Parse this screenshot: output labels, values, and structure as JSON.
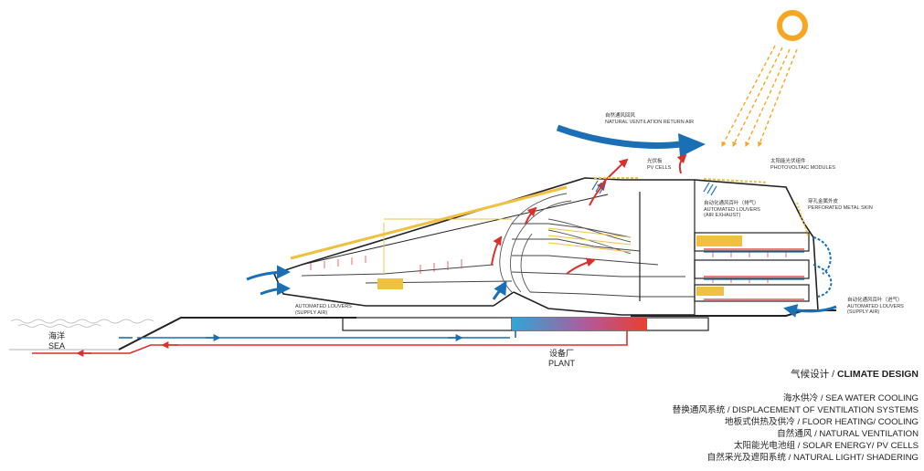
{
  "labels": {
    "sea": {
      "zh": "海洋",
      "en": "SEA"
    },
    "plant": {
      "zh": "设备厂",
      "en": "PLANT"
    },
    "nat_vent_return": {
      "zh": "自然通风回风",
      "en": "NATURAL VENTILATION RETURN AIR"
    },
    "pv_cells": {
      "zh": "光伏板",
      "en": "PV CELLS"
    },
    "pv_modules": {
      "zh": "太阳能光伏组件",
      "en": "PHOTOVOLTAIC MODULES"
    },
    "louvers_exhaust": {
      "zh": "自动化通风百叶（排气）",
      "en1": "AUTOMATED LOUVERS",
      "en2": "(AIR EXHAUST)"
    },
    "perforated_skin": {
      "zh": "穿孔金属外皮",
      "en": "PERFORATED METAL SKIN"
    },
    "louvers_supply_left": {
      "en1": "AUTOMATED LOUVERS",
      "en2": "(SUPPLY AIR)"
    },
    "louvers_supply_right": {
      "zh": "自动化通风百叶（进气）",
      "en1": "AUTOMATED LOUVERS",
      "en2": "(SUPPLY AIR)"
    }
  },
  "legend": {
    "title_zh": "气候设计 / ",
    "title_en": "CLIMATE DESIGN",
    "items": [
      "海水供冷 / SEA WATER COOLING",
      "替换通风系统  / DISPLACEMENT OF VENTILATION SYSTEMS",
      "地板式供热及供冷 / FLOOR HEATING/ COOLING",
      "自然通风 / NATURAL VENTILATION",
      "太阳能光电池组 / SOLAR ENERGY/ PV CELLS",
      "自然采光及遮阳系统 / NATURAL LIGHT/ SHADERING"
    ]
  },
  "colors": {
    "cool": "#1a6fb5",
    "warm": "#d8312b",
    "sun": "#f5a623",
    "structure": "#222222",
    "panel": "#f0c040"
  }
}
